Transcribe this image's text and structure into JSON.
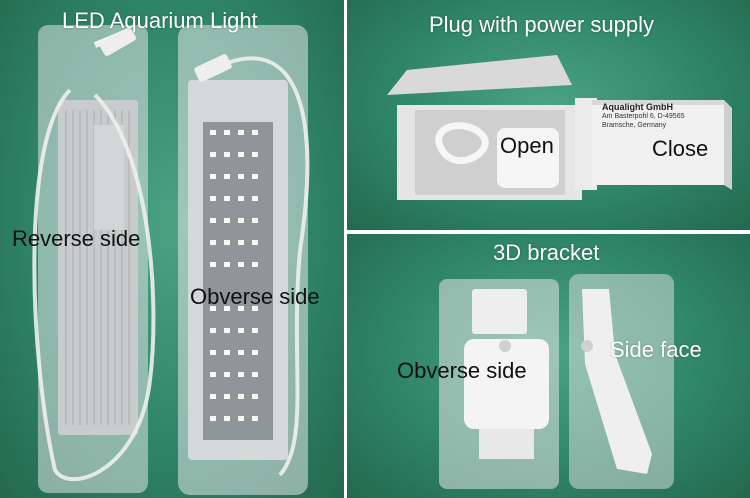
{
  "panels": {
    "led": {
      "title": "LED Aquarium Light",
      "reverse_label": "Reverse side",
      "obverse_label": "Obverse side"
    },
    "plug": {
      "title": "Plug with power supply",
      "open_label": "Open",
      "close_label": "Close",
      "box_text": {
        "company": "Aqualight GmbH",
        "street": "Am Basterpohl 6, D-49565",
        "city": "Bramsche, Germany"
      }
    },
    "bracket": {
      "title": "3D bracket",
      "obverse_label": "Obverse side",
      "side_label": "Side face"
    }
  },
  "colors": {
    "background_green": "#2f8568",
    "divider": "#ffffff",
    "caption_text": "#ffffff",
    "label_text_dark": "#111111"
  }
}
